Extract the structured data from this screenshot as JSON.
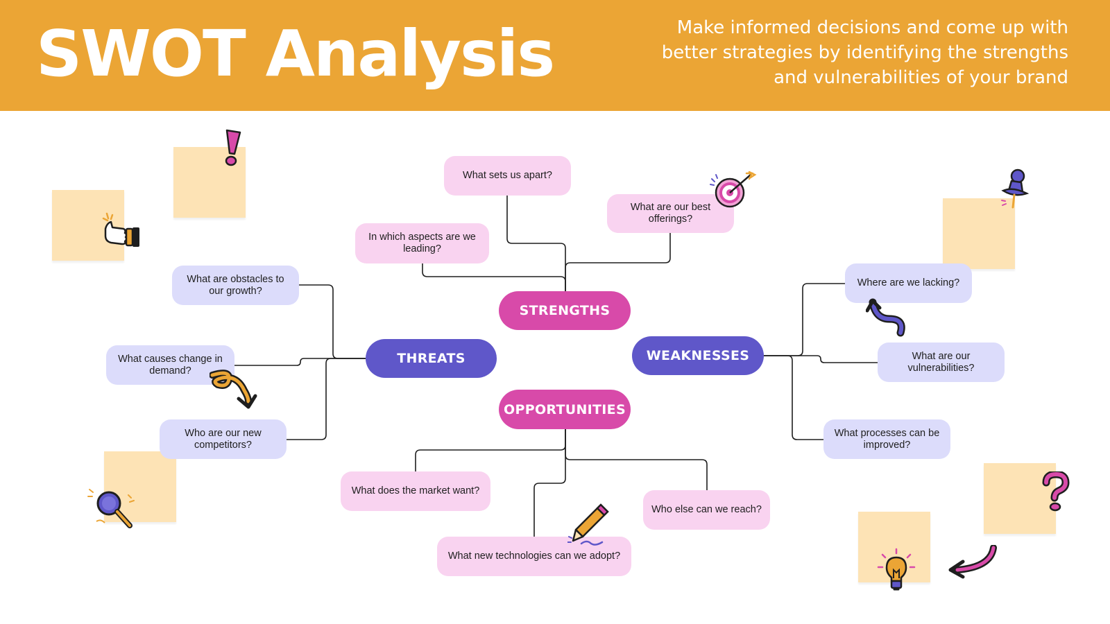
{
  "header": {
    "title": "SWOT Analysis",
    "subtitle": "Make informed decisions and come up with better strategies by identifying the strengths and vulnerabilities of your brand"
  },
  "categories": {
    "strengths": "STRENGTHS",
    "weaknesses": "WEAKNESSES",
    "opportunities": "OPPORTUNITIES",
    "threats": "THREATS"
  },
  "strengths": {
    "sets_apart": "What sets us apart?",
    "best_offerings": "What are our best offerings?",
    "leading": "In which aspects are we leading?"
  },
  "weaknesses": {
    "lacking": "Where are we lacking?",
    "vulnerabilities": "What are our vulnerabilities?",
    "processes": "What processes can be improved?"
  },
  "opportunities": {
    "market": "What does the market want?",
    "technologies": "What new technologies can we adopt?",
    "reach": "Who else can we reach?"
  },
  "threats": {
    "obstacles": "What are obstacles to our growth?",
    "demand": "What causes change in demand?",
    "competitors": "Who are our new competitors?"
  },
  "colors": {
    "header": "#eba535",
    "category_pink": "#d84aa9",
    "category_purple": "#5f57c9",
    "bubble_pink": "#f9d3f0",
    "bubble_lavender": "#dcdcfb",
    "sticky_note": "#fde3b5"
  },
  "decorations": [
    "exclamation-icon",
    "thumbs-up-icon",
    "target-icon",
    "pushpin-icon",
    "curly-arrow-icon",
    "magnifier-icon",
    "pencil-icon",
    "question-mark-icon",
    "lightbulb-icon"
  ]
}
